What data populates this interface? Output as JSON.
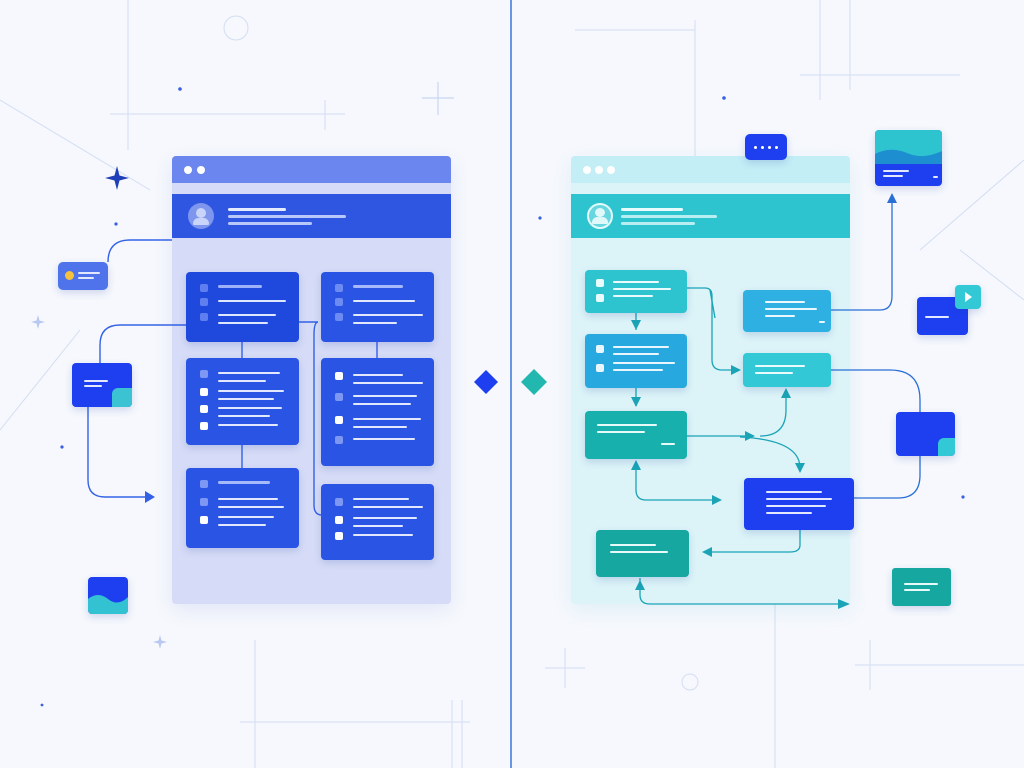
{
  "colors": {
    "background": "#f6f8fd",
    "blue_primary": "#2f56e0",
    "blue_deep": "#1d3ff0",
    "blue_panel": "#d6dcf7",
    "blue_header": "#6b86ee",
    "teal_primary": "#2ec4cf",
    "teal_panel": "#dcf4f8",
    "teal_header": "#c3eef6",
    "teal_dark": "#16a7a0",
    "connector_blue": "#3462e6",
    "connector_teal": "#1aa4b6",
    "divider": "#2b6cd8"
  },
  "left_diagram": {
    "theme": "blue",
    "cards": [
      "card-a",
      "card-b",
      "card-c",
      "card-d",
      "card-e",
      "card-f"
    ],
    "connectors": 7
  },
  "right_diagram": {
    "theme": "teal",
    "cards": [
      "card-1",
      "card-2",
      "card-3",
      "card-4",
      "card-5",
      "card-6",
      "card-7"
    ],
    "connectors": 11
  },
  "icons": {
    "sparkle": "sparkle-icon",
    "diamond_blue": "diamond-icon",
    "diamond_teal": "diamond-icon",
    "avatar": "user-icon",
    "image": "image-icon",
    "play": "play-icon",
    "more": "more-icon"
  }
}
